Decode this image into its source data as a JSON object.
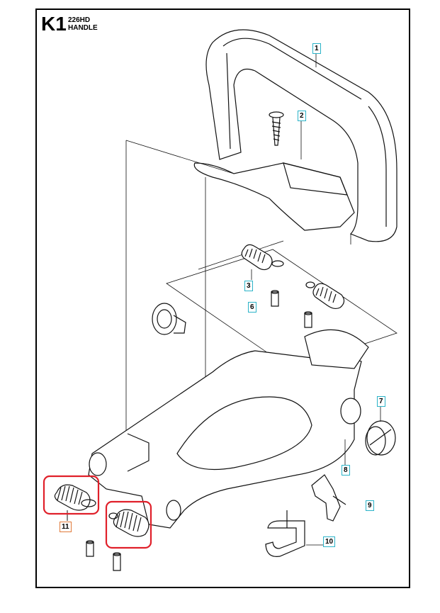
{
  "header": {
    "code": "K1",
    "model": "226HD",
    "title": "HANDLE"
  },
  "parts": [
    {
      "number": "1",
      "name": "handle"
    },
    {
      "number": "2",
      "name": "screw"
    },
    {
      "number": "3",
      "name": "vibration-damper-spring"
    },
    {
      "number": "6",
      "name": "screw"
    },
    {
      "number": "7",
      "name": "damper-plug"
    },
    {
      "number": "8",
      "name": "handle-frame"
    },
    {
      "number": "9",
      "name": "clip"
    },
    {
      "number": "10",
      "name": "bracket"
    },
    {
      "number": "11",
      "name": "vibration-damper-spring",
      "highlighted": true
    }
  ],
  "colors": {
    "label_border": "#2bb3c8",
    "highlight_label_border": "#e07a3a",
    "highlight_box": "#e0202a"
  }
}
